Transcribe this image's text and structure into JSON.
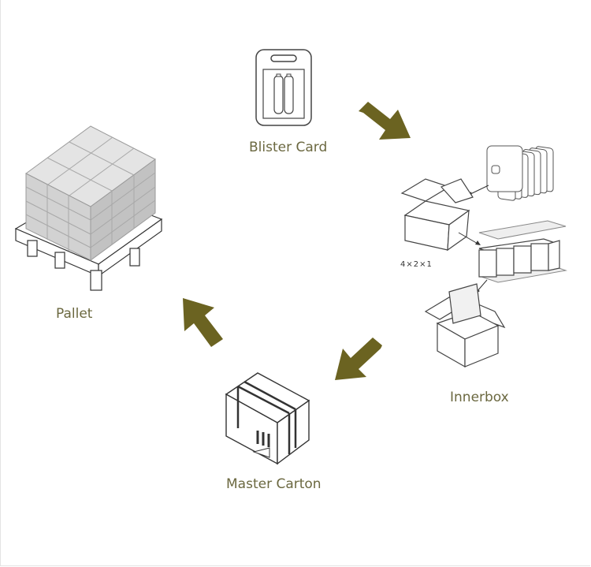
{
  "labels": {
    "blister": "Blister Card",
    "inner": "Innerbox",
    "master": "Master Carton",
    "pallet": "Pallet",
    "dims": "4×2×1"
  },
  "colors": {
    "arrow": "#6b6321",
    "label": "#6b6840",
    "line": "#333333"
  },
  "icons": [
    "blister-card-icon",
    "innerbox-packing-icon",
    "master-carton-icon",
    "pallet-icon",
    "arrow-icon"
  ]
}
